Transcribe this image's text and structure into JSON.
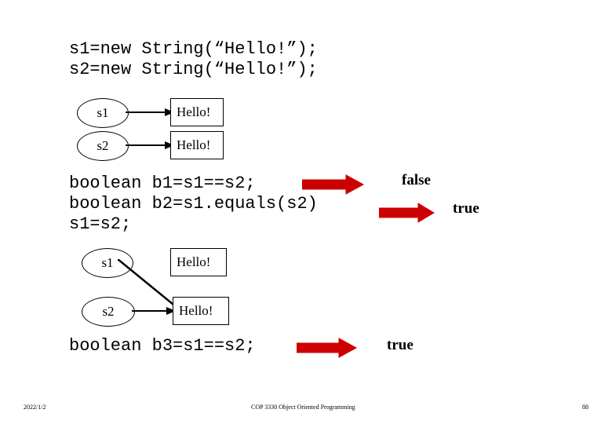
{
  "slide": {
    "code_blocks": [
      {
        "id": "code-top",
        "text": "s1=new String(“Hello!”);\ns2=new String(“Hello!”);"
      },
      {
        "id": "code-middle",
        "text": "boolean b1=s1==s2;\nboolean b2=s1.equals(s2)\ns1=s2;"
      },
      {
        "id": "code-bottom",
        "text": "boolean b3=s1==s2;"
      }
    ],
    "nodes": [
      {
        "id": "var-s1-top",
        "label": "s1"
      },
      {
        "id": "var-s2-top",
        "label": "s2"
      },
      {
        "id": "var-s1-bottom",
        "label": "s1"
      },
      {
        "id": "var-s2-bottom",
        "label": "s2"
      }
    ],
    "objects": [
      {
        "id": "obj-hello-1",
        "label": "Hello!"
      },
      {
        "id": "obj-hello-2",
        "label": "Hello!"
      },
      {
        "id": "obj-hello-3",
        "label": "Hello!"
      },
      {
        "id": "obj-hello-4",
        "label": "Hello!"
      }
    ],
    "results": [
      {
        "id": "result-false",
        "label": "false"
      },
      {
        "id": "result-true-1",
        "label": "true"
      },
      {
        "id": "result-true-2",
        "label": "true"
      }
    ],
    "footer": {
      "date": "2022/1/2",
      "course": "COP 3330 Object Oriented Programming",
      "page": "88"
    },
    "colors": {
      "arrow_red": "#CC0000",
      "text": "#000000",
      "background": "#FFFFFF"
    }
  }
}
